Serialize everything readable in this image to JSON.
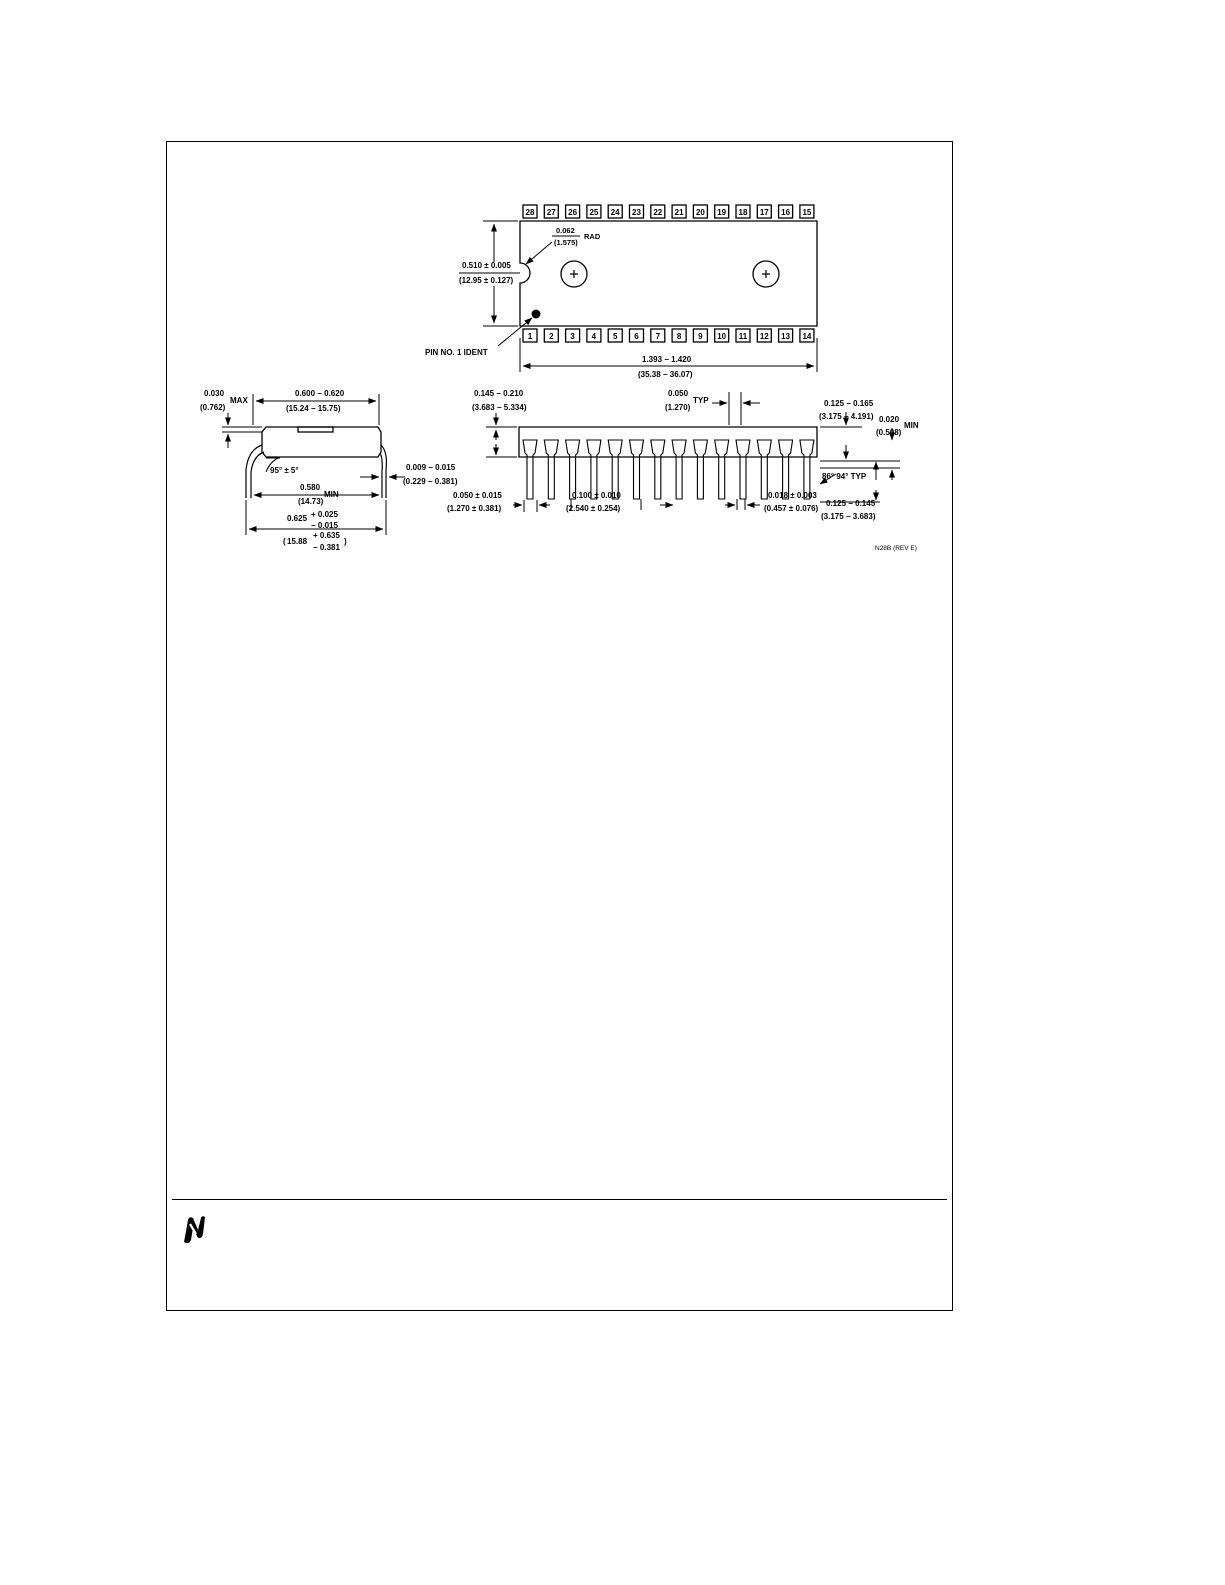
{
  "drawing": {
    "top_view": {
      "pins_top": [
        "28",
        "27",
        "26",
        "25",
        "24",
        "23",
        "22",
        "21",
        "20",
        "19",
        "18",
        "17",
        "16",
        "15"
      ],
      "pins_bottom": [
        "1",
        "2",
        "3",
        "4",
        "5",
        "6",
        "7",
        "8",
        "9",
        "10",
        "11",
        "12",
        "13",
        "14"
      ],
      "notch_radius": {
        "inch": "0.062",
        "mm": "(1.575)",
        "unit": "RAD"
      },
      "body_width": {
        "inch": "0.510 ± 0.005",
        "mm": "(12.95 ± 0.127)"
      },
      "body_length": {
        "inch": "1.393 − 1.420",
        "mm": "(35.38 − 36.07)"
      },
      "pin1_label": "PIN NO. 1 IDENT"
    },
    "end_view": {
      "max_offset": {
        "inch": "0.030",
        "mm": "(0.762)",
        "unit": "MAX"
      },
      "row_width": {
        "inch": "0.600 − 0.620",
        "mm": "(15.24 − 15.75)"
      },
      "angle": "95° ± 5°",
      "lead_thickness": {
        "inch": "0.009 − 0.015",
        "mm": "(0.229 − 0.381)"
      },
      "min_span": {
        "inch": "0.580",
        "mm": "(14.73)",
        "unit": "MIN"
      },
      "spread": {
        "inch": "0.625",
        "plus": "+ 0.025",
        "minus": "− 0.015",
        "mm": "15.88",
        "mm_plus": "+ 0.635",
        "mm_minus": "− 0.381"
      }
    },
    "side_view": {
      "body_height": {
        "inch": "0.145 − 0.210",
        "mm": "(3.683 − 5.334)"
      },
      "lead_width_typ": {
        "inch": "0.050",
        "mm": "(1.270)",
        "unit": "TYP"
      },
      "seating": {
        "inch": "0.125 − 0.165",
        "mm": "(3.175 − 4.191)"
      },
      "standoff": {
        "inch": "0.020",
        "mm": "(0.508)",
        "unit": "MIN"
      },
      "shoulder": {
        "inch": "0.050 ± 0.015",
        "mm": "(1.270 ± 0.381)"
      },
      "pitch": {
        "inch": "0.100 ± 0.010",
        "mm": "(2.540 ± 0.254)"
      },
      "lead_width": {
        "inch": "0.018 ± 0.003",
        "mm": "(0.457 ± 0.076)"
      },
      "lead_angle": "86° 94° TYP",
      "lead_length": {
        "inch": "0.125 − 0.145",
        "mm": "(3.175 − 3.683)"
      }
    },
    "drawing_id": "N28B (REV E)"
  }
}
